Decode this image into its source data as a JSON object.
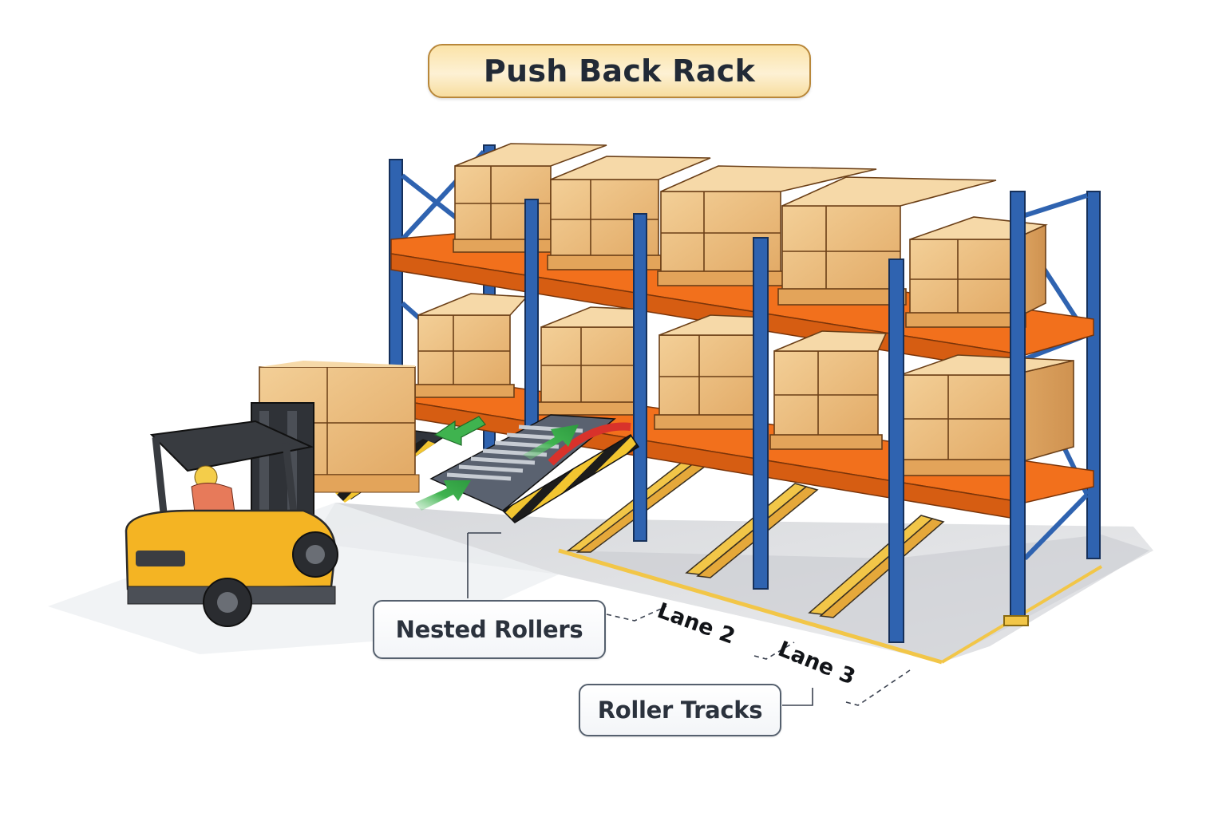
{
  "title": "Push Back Rack",
  "callouts": {
    "nested_rollers": "Nested Rollers",
    "roller_tracks": "Roller Tracks"
  },
  "lanes": [
    {
      "label": "Lane 2"
    },
    {
      "label": "Lane 3"
    }
  ],
  "illustration": {
    "subject": "push-back-rack",
    "rack_levels": 2,
    "rack_bays": 5,
    "components": [
      "forklift",
      "operator",
      "pallet-load",
      "upright-frames",
      "load-beams",
      "nested-roller-carts",
      "roller-tracks",
      "direction-arrows",
      "floor-rails"
    ],
    "colors": {
      "upright": "#2f63b0",
      "beam": "#f2701c",
      "box": "#e9b978",
      "box_tape": "#c2703d",
      "pallet": "#e3a45a",
      "forklift_body": "#f4b423",
      "forklift_frame": "#3a3d42",
      "arrow": "#3fb34f",
      "rail": "#f2c648",
      "floor": "#d9dadd",
      "cart_red": "#d8322b"
    }
  }
}
